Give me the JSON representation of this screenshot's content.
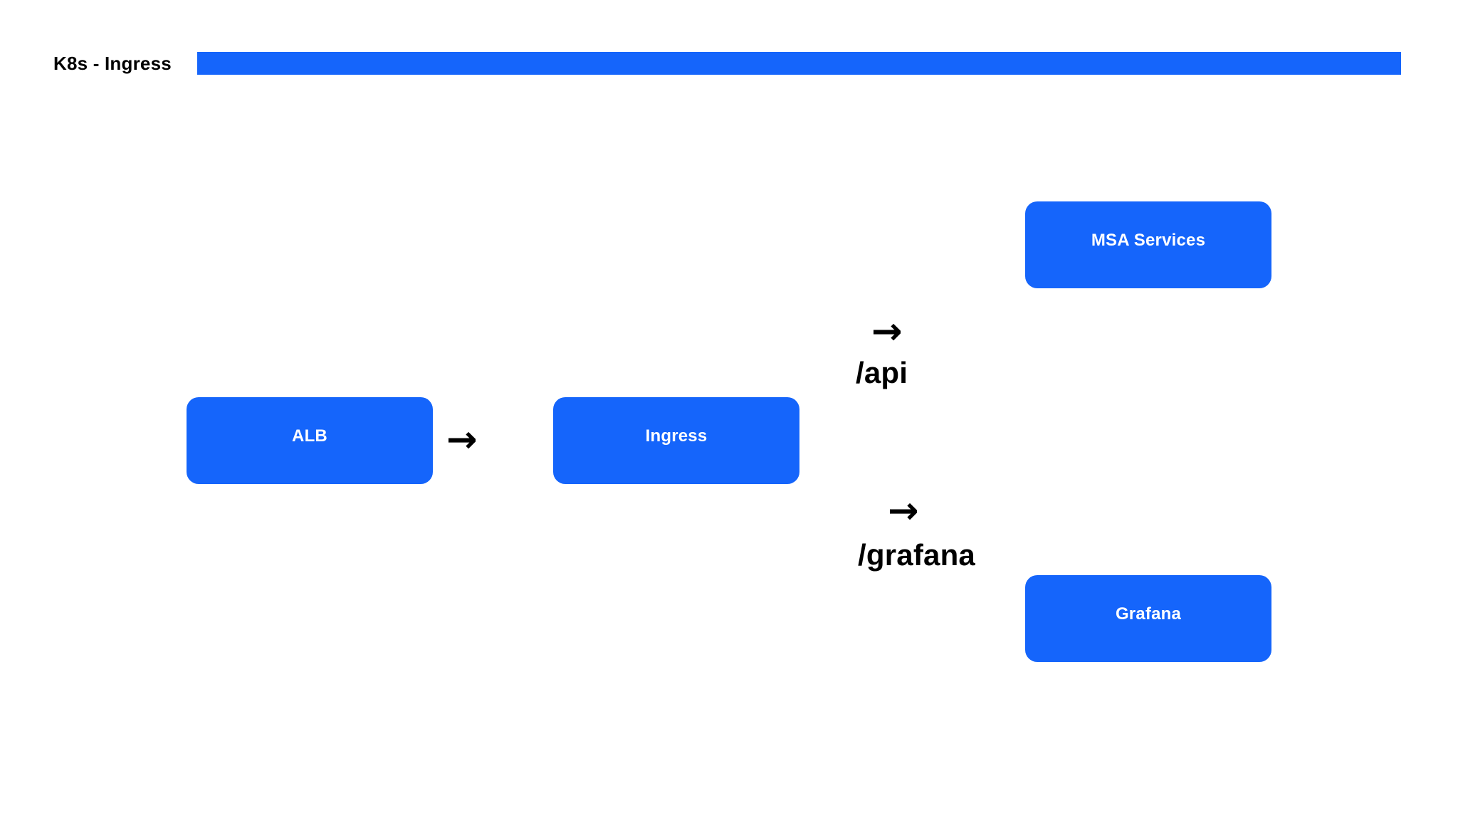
{
  "slide": {
    "title": "K8s - Ingress",
    "background_color": "#ffffff",
    "accent_color": "#1565fb",
    "text_color": "#000000",
    "node_text_color": "#ffffff"
  },
  "nodes": [
    {
      "id": "alb",
      "label": "ALB"
    },
    {
      "id": "ingress",
      "label": "Ingress"
    },
    {
      "id": "msa",
      "label": "MSA Services"
    },
    {
      "id": "grafana",
      "label": "Grafana"
    }
  ],
  "connectors": [
    {
      "id": "alb-to-ingress",
      "glyph": "→",
      "label": ""
    },
    {
      "id": "ingress-to-msa",
      "glyph": "→",
      "label": "/api"
    },
    {
      "id": "ingress-to-grafana",
      "glyph": "→",
      "label": "/grafana"
    }
  ],
  "labels": {
    "api": "/api",
    "grafana": "/grafana"
  },
  "icons": {
    "arrow_right": "→"
  }
}
